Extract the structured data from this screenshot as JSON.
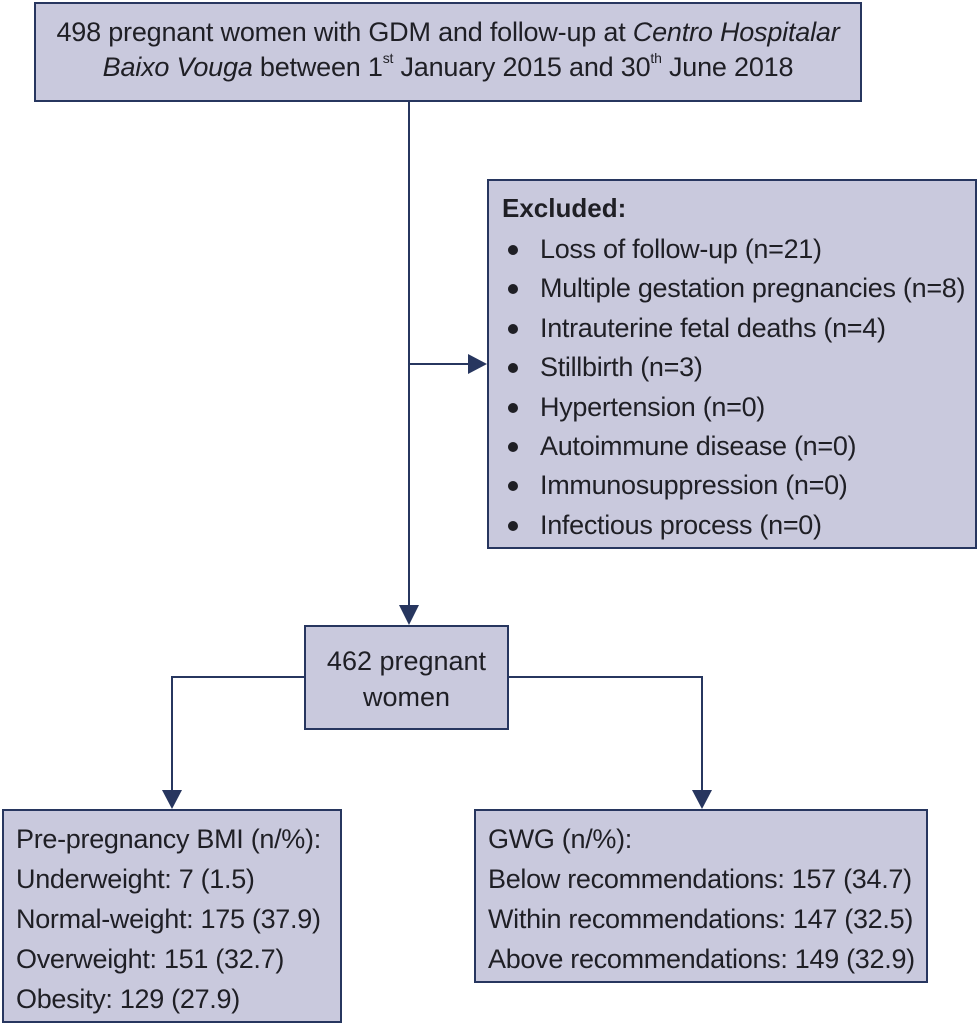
{
  "top_box": {
    "line1_text": "498 pregnant women with GDM and follow-up at ",
    "line1_italic": "Centro Hospitalar",
    "line2_italic": "Baixo Vouga",
    "line2_between": " between 1",
    "line2_sup1": "st",
    "line2_mid": " January 2015 and 30",
    "line2_sup2": "th",
    "line2_end": " June 2018"
  },
  "excluded": {
    "title": "Excluded:",
    "items": [
      "Loss of follow-up (n=21)",
      "Multiple gestation pregnancies (n=8)",
      "Intrauterine fetal deaths (n=4)",
      "Stillbirth (n=3)",
      "Hypertension (n=0)",
      "Autoimmune disease (n=0)",
      "Immunosuppression (n=0)",
      "Infectious process (n=0)"
    ]
  },
  "middle_box": {
    "line1": "462 pregnant",
    "line2": "women"
  },
  "bmi_box": {
    "header": "Pre-pregnancy BMI (n/%):",
    "rows": [
      "Underweight: 7 (1.5)",
      "Normal-weight: 175 (37.9)",
      "Overweight: 151 (32.7)",
      "Obesity: 129 (27.9)"
    ]
  },
  "gwg_box": {
    "header": "GWG (n/%):",
    "rows": [
      "Below recommendations: 157 (34.7)",
      "Within recommendations: 147 (32.5)",
      "Above recommendations: 149 (32.9)"
    ]
  },
  "colors": {
    "box_fill": "#c9c9dd",
    "box_border": "#27365f",
    "connector": "#27365f",
    "text": "#1f1f25"
  }
}
